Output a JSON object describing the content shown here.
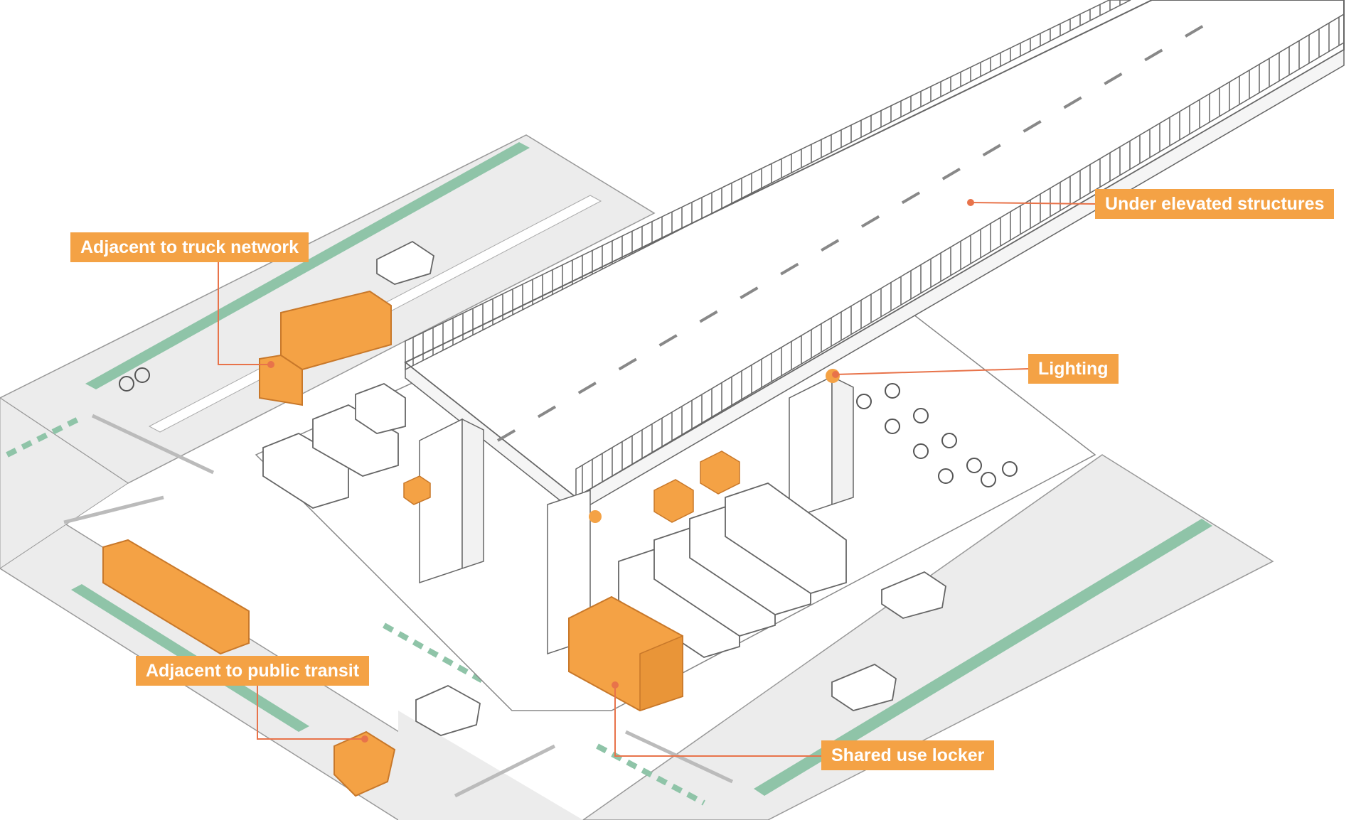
{
  "callouts": {
    "truck_network": "Adjacent to truck network",
    "elevated_structures": "Under elevated structures",
    "lighting": "Lighting",
    "public_transit": "Adjacent to public transit",
    "shared_locker": "Shared use locker"
  },
  "colors": {
    "accent_orange": "#f4a245",
    "leader_line": "#e8734a",
    "bike_lane_green": "#8fc4a8",
    "road_gray": "#ececec",
    "outline": "#555555"
  }
}
